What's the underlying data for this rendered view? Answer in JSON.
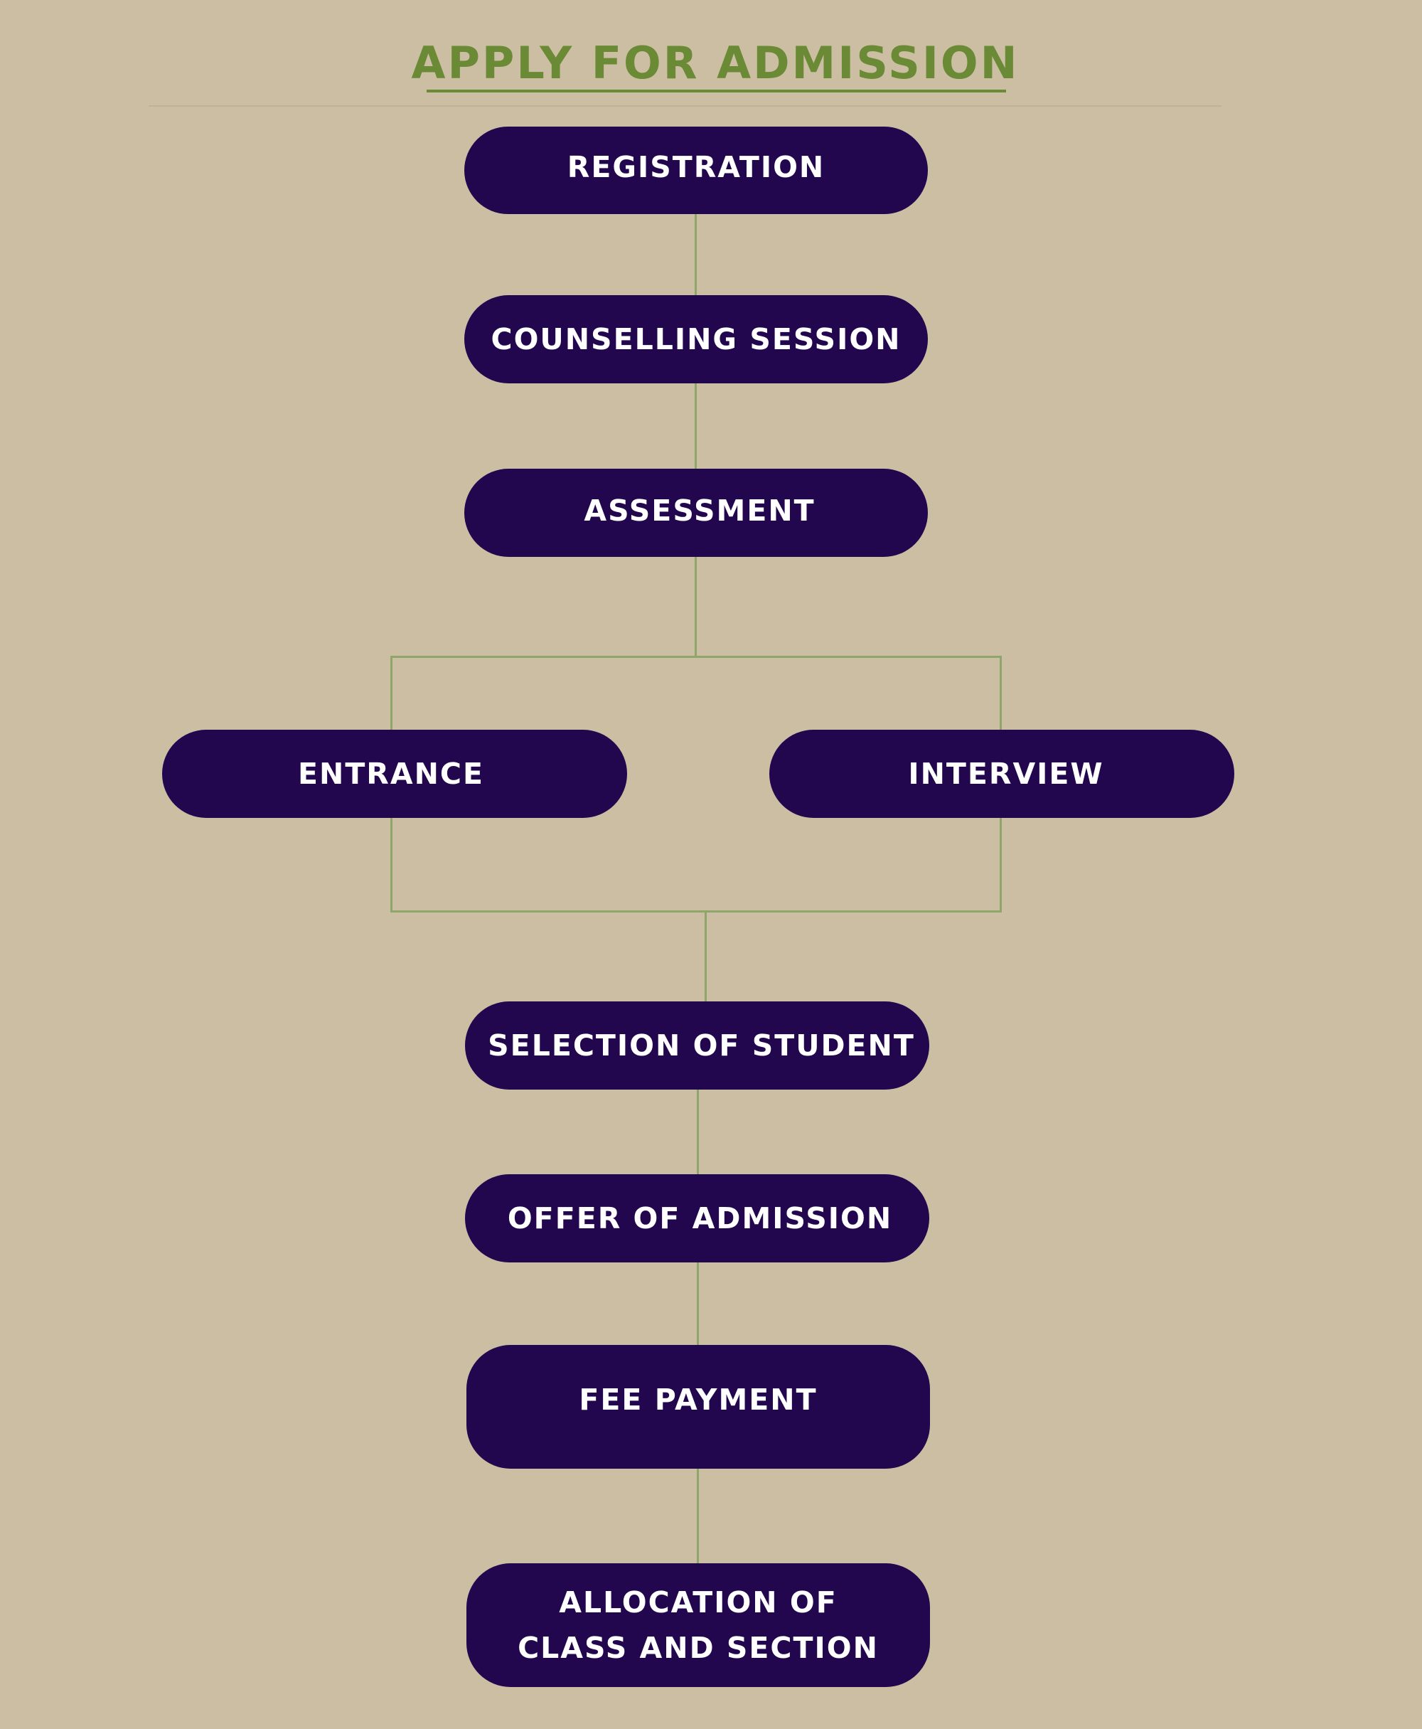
{
  "title": "APPLY FOR ADMISSION",
  "steps": {
    "registration": "REGISTRATION",
    "counselling": "COUNSELLING SESSION",
    "assessment": "ASSESSMENT",
    "entrance": "ENTRANCE",
    "interview": "INTERVIEW",
    "selection": "SELECTION OF STUDENT",
    "offer": "OFFER OF ADMISSION",
    "fee": "FEE PAYMENT",
    "allocation_line1": "ALLOCATION OF",
    "allocation_line2": "CLASS AND SECTION"
  },
  "colors": {
    "background": "#cbbea2",
    "node": "#22064e",
    "title": "#6a8a35",
    "connector": "#8fa66a"
  }
}
